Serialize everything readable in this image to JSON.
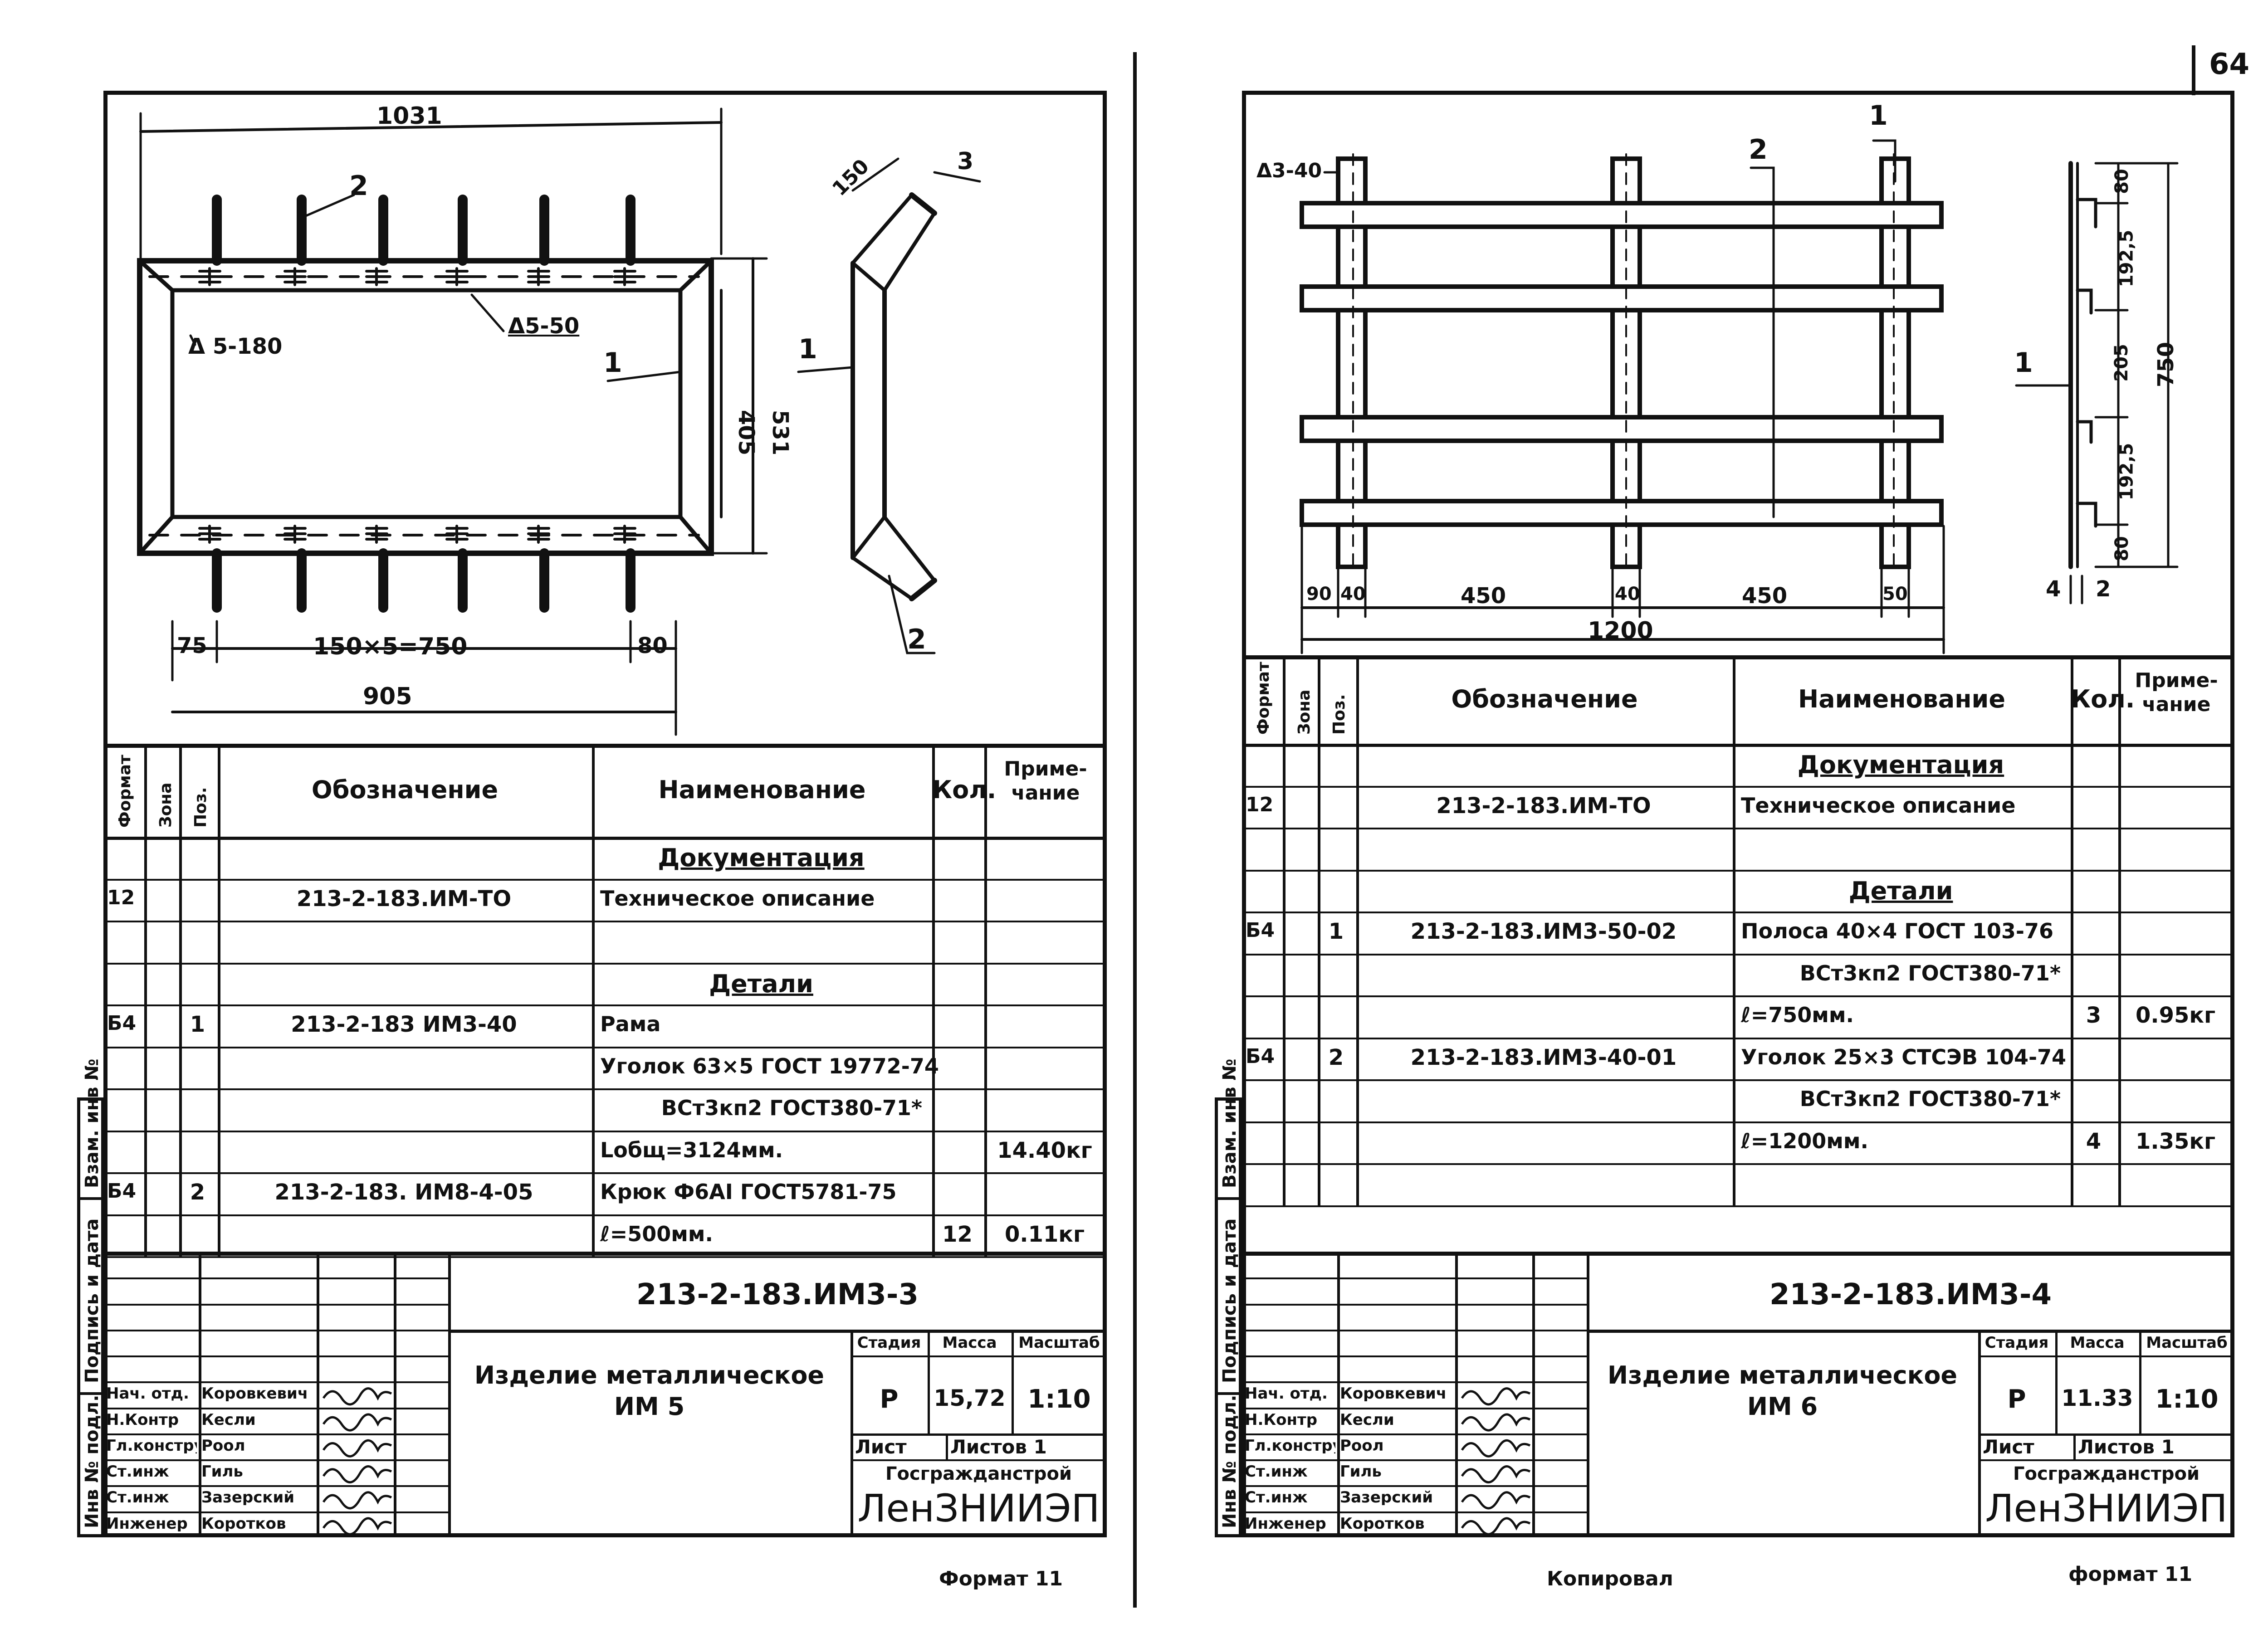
{
  "page_number": "64",
  "footer": {
    "left": "Формат 11",
    "center": "Копировал",
    "right": "формат 11"
  },
  "side_labels": [
    "Инв № подл.",
    "Подпись и дата",
    "Взам. инв №"
  ],
  "sheet_left": {
    "drawing": {
      "dims": [
        "1031",
        "150",
        "3",
        "Δ 5-180",
        "Δ5-50",
        "405",
        "531",
        "75",
        "150×5=750",
        "80",
        "905"
      ],
      "callouts": [
        "1",
        "2",
        "1",
        "2"
      ]
    },
    "spec": {
      "headers": [
        "Формат",
        "Зона",
        "Поз.",
        "Обозначение",
        "Наименование",
        "Кол.",
        "Приме-чание"
      ],
      "rows": [
        {
          "format": "",
          "zone": "",
          "pos": "",
          "designation": "",
          "name": "Документация",
          "qty": "",
          "note": "",
          "section": true
        },
        {
          "format": "12",
          "zone": "",
          "pos": "",
          "designation": "213-2-183.ИМ-ТО",
          "name": "Техническое описание",
          "qty": "",
          "note": ""
        },
        {
          "format": "",
          "zone": "",
          "pos": "",
          "designation": "",
          "name": "",
          "qty": "",
          "note": ""
        },
        {
          "format": "",
          "zone": "",
          "pos": "",
          "designation": "",
          "name": "Детали",
          "qty": "",
          "note": "",
          "section": true
        },
        {
          "format": "Б4",
          "zone": "",
          "pos": "1",
          "designation": "213-2-183 ИМ3-40",
          "name": "Рама",
          "qty": "",
          "note": ""
        },
        {
          "format": "",
          "zone": "",
          "pos": "",
          "designation": "",
          "name": "Уголок 63×5 ГОСТ 19772-74",
          "qty": "",
          "note": ""
        },
        {
          "format": "",
          "zone": "",
          "pos": "",
          "designation": "",
          "name": "ВСт3кп2 ГОСТ380-71*",
          "qty": "",
          "note": ""
        },
        {
          "format": "",
          "zone": "",
          "pos": "",
          "designation": "",
          "name": "Lобщ=3124мм.",
          "qty": "",
          "note": "14.40кг"
        },
        {
          "format": "Б4",
          "zone": "",
          "pos": "2",
          "designation": "213-2-183. ИМ8-4-05",
          "name": "Крюк Ф6АI ГОСТ5781-75",
          "qty": "",
          "note": ""
        },
        {
          "format": "",
          "zone": "",
          "pos": "",
          "designation": "",
          "name": "ℓ=500мм.",
          "qty": "12",
          "note": "0.11кг"
        }
      ]
    },
    "title_block": {
      "code": "213-2-183.ИМ3-3",
      "title_line1": "Изделие металлическое",
      "title_line2": "ИМ 5",
      "stage_label": "Стадия",
      "mass_label": "Масса",
      "scale_label": "Масштаб",
      "stage": "Р",
      "mass": "15,72",
      "scale": "1:10",
      "sheet_label": "Лист",
      "sheets_label": "Листов 1",
      "org": "Госгражданстрой",
      "logo": "ЛенЗНИИЭП",
      "roles": [
        "Нач. отд.",
        "Н.Контр",
        "Гл.конструктор",
        "Ст.инж",
        "Ст.инж",
        "Инженер"
      ],
      "names": [
        "Коровкевич",
        "Кесли",
        "Роол",
        "Гиль",
        "Зазерский",
        "Коротков"
      ]
    }
  },
  "sheet_right": {
    "drawing": {
      "dims": [
        "Δ3-40",
        "90",
        "40",
        "450",
        "40",
        "450",
        "50",
        "1200",
        "80",
        "192,5",
        "205",
        "192,5",
        "80",
        "750",
        "4",
        "2"
      ],
      "callouts": [
        "1",
        "2",
        "1"
      ]
    },
    "spec": {
      "headers": [
        "Формат",
        "Зона",
        "Поз.",
        "Обозначение",
        "Наименование",
        "Кол.",
        "Приме-чание"
      ],
      "rows": [
        {
          "format": "",
          "zone": "",
          "pos": "",
          "designation": "",
          "name": "Документация",
          "qty": "",
          "note": "",
          "section": true
        },
        {
          "format": "12",
          "zone": "",
          "pos": "",
          "designation": "213-2-183.ИМ-ТО",
          "name": "Техническое описание",
          "qty": "",
          "note": ""
        },
        {
          "format": "",
          "zone": "",
          "pos": "",
          "designation": "",
          "name": "",
          "qty": "",
          "note": ""
        },
        {
          "format": "",
          "zone": "",
          "pos": "",
          "designation": "",
          "name": "Детали",
          "qty": "",
          "note": "",
          "section": true
        },
        {
          "format": "Б4",
          "zone": "",
          "pos": "1",
          "designation": "213-2-183.ИМ3-50-02",
          "name": "Полоса 40×4 ГОСТ 103-76",
          "qty": "",
          "note": ""
        },
        {
          "format": "",
          "zone": "",
          "pos": "",
          "designation": "",
          "name": "ВСт3кп2 ГОСТ380-71*",
          "qty": "",
          "note": ""
        },
        {
          "format": "",
          "zone": "",
          "pos": "",
          "designation": "",
          "name": "ℓ=750мм.",
          "qty": "3",
          "note": "0.95кг"
        },
        {
          "format": "Б4",
          "zone": "",
          "pos": "2",
          "designation": "213-2-183.ИМ3-40-01",
          "name": "Уголок 25×3 СТСЭВ 104-74",
          "qty": "",
          "note": ""
        },
        {
          "format": "",
          "zone": "",
          "pos": "",
          "designation": "",
          "name": "ВСт3кп2 ГОСТ380-71*",
          "qty": "",
          "note": ""
        },
        {
          "format": "",
          "zone": "",
          "pos": "",
          "designation": "",
          "name": "ℓ=1200мм.",
          "qty": "4",
          "note": "1.35кг"
        },
        {
          "format": "",
          "zone": "",
          "pos": "",
          "designation": "",
          "name": "",
          "qty": "",
          "note": ""
        }
      ]
    },
    "title_block": {
      "code": "213-2-183.ИМ3-4",
      "title_line1": "Изделие металлическое",
      "title_line2": "ИМ 6",
      "stage_label": "Стадия",
      "mass_label": "Масса",
      "scale_label": "Масштаб",
      "stage": "Р",
      "mass": "11.33",
      "scale": "1:10",
      "sheet_label": "Лист",
      "sheets_label": "Листов 1",
      "org": "Госгражданстрой",
      "logo": "ЛенЗНИИЭП",
      "roles": [
        "Нач. отд.",
        "Н.Контр",
        "Гл.конструктор",
        "Ст.инж",
        "Ст.инж",
        "Инженер"
      ],
      "names": [
        "Коровкевич",
        "Кесли",
        "Роол",
        "Гиль",
        "Зазерский",
        "Коротков"
      ]
    }
  }
}
